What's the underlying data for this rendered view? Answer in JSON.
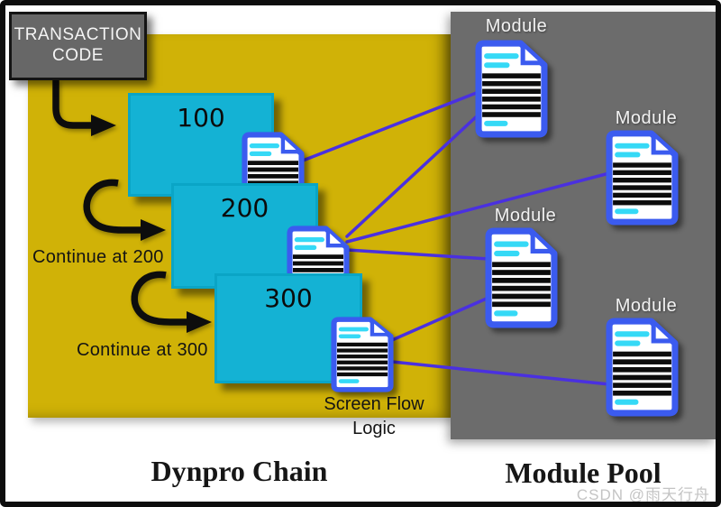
{
  "transaction_box": {
    "line1": "TRANSACTION",
    "line2": "CODE"
  },
  "dynpro_chain": {
    "title": "Dynpro Chain",
    "screens": [
      {
        "number": "100"
      },
      {
        "number": "200",
        "continue_label": "Continue at 200"
      },
      {
        "number": "300",
        "continue_label": "Continue at 300"
      }
    ],
    "screen_flow_logic_line1": "Screen Flow",
    "screen_flow_logic_line2": "Logic"
  },
  "module_pool": {
    "title": "Module Pool",
    "modules": [
      {
        "label": "Module"
      },
      {
        "label": "Module"
      },
      {
        "label": "Module"
      },
      {
        "label": "Module"
      }
    ]
  },
  "connections": [
    {
      "from": "screen-100-flow-doc",
      "to": "module-1"
    },
    {
      "from": "screen-200-flow-doc",
      "to": "module-1"
    },
    {
      "from": "screen-200-flow-doc",
      "to": "module-2"
    },
    {
      "from": "screen-200-flow-doc",
      "to": "module-3"
    },
    {
      "from": "screen-300-flow-doc",
      "to": "module-3"
    },
    {
      "from": "screen-300-flow-doc",
      "to": "module-4"
    }
  ],
  "watermark": "CSDN @雨天行舟",
  "colors": {
    "yellow_panel": "#d0b207",
    "gray_panel": "#6c6c6c",
    "screen_cyan": "#14b2d4",
    "doc_border_blue": "#3b5bef",
    "doc_line_cyan": "#35d9f6",
    "connector_purple": "#4a30e0",
    "arrow_black": "#0d0d0d"
  },
  "icons": {
    "document": "page-with-folded-corner",
    "flow_arrow": "curved-black-arrow"
  }
}
